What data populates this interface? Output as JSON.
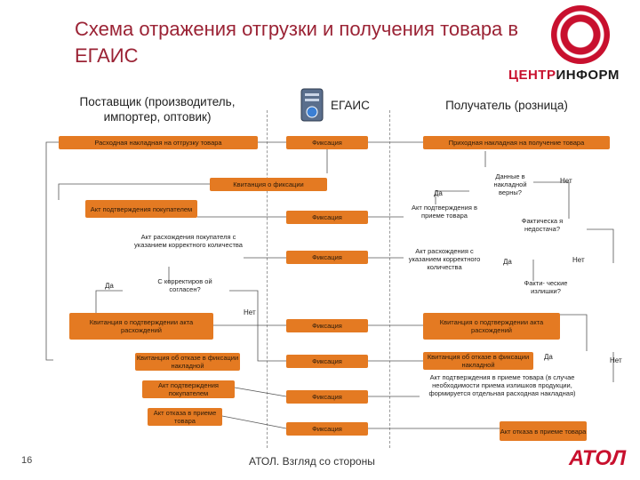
{
  "title": "Схема отражения отгрузки и получения товара в ЕГАИС",
  "logo": {
    "part1": "ЦЕНТР",
    "part2": "ИНФОРМ"
  },
  "columns": {
    "supplier": "Поставщик (производитель, импортер, оптовик)",
    "egais": "ЕГАИС",
    "receiver": "Получатель (розница)"
  },
  "boxes": {
    "b1": "Расходная накладная на отгрузку товара",
    "b2": "Фиксация",
    "b3": "Приходная накладная на получение товара",
    "b4": "Квитанция о фиксации",
    "b5": "Акт подтверждения покупателем",
    "b6": "Фиксация",
    "b7": "Фиксация",
    "b8": "Квитанция о подтверждении акта расхождений",
    "b9": "Фиксация",
    "b10": "Квитанция о подтверждении акта расхождений",
    "b11": "Квитанция об отказе в фиксации накладной",
    "b12": "Фиксация",
    "b13": "Квитанция об отказе в фиксации накладной",
    "b14": "Акт подтверждения покупателем",
    "b15": "Фиксация",
    "b16": "Акт отказа в приеме товара",
    "b17": "Фиксация",
    "b18": "Акт отказа в приеме товара"
  },
  "texts": {
    "t1": "Акт расхождения покупателя с указанием корректного количества",
    "t2": "С корректиров ой согласен?",
    "t3": "Данные в накладной верны?",
    "t4": "Акт подтверждения в приеме товара",
    "t5": "Фактическа я недостача?",
    "t6": "Акт расхождения с указанием корректного количества",
    "t7": "Факти- ческие излишки?",
    "t8": "Акт подтверждения в приеме товара (в случае необходимости приема излишков продукции, формируется отдельная расходная накладная)"
  },
  "labels": {
    "da1": "Да",
    "da2": "Да",
    "da3": "Да",
    "da4": "Да",
    "net1": "Нет",
    "net2": "Нет",
    "net3": "Нет",
    "net4": "Нет"
  },
  "footer": {
    "page": "16",
    "text": "АТОЛ. Взгляд со стороны",
    "brand": "АТОЛ"
  }
}
